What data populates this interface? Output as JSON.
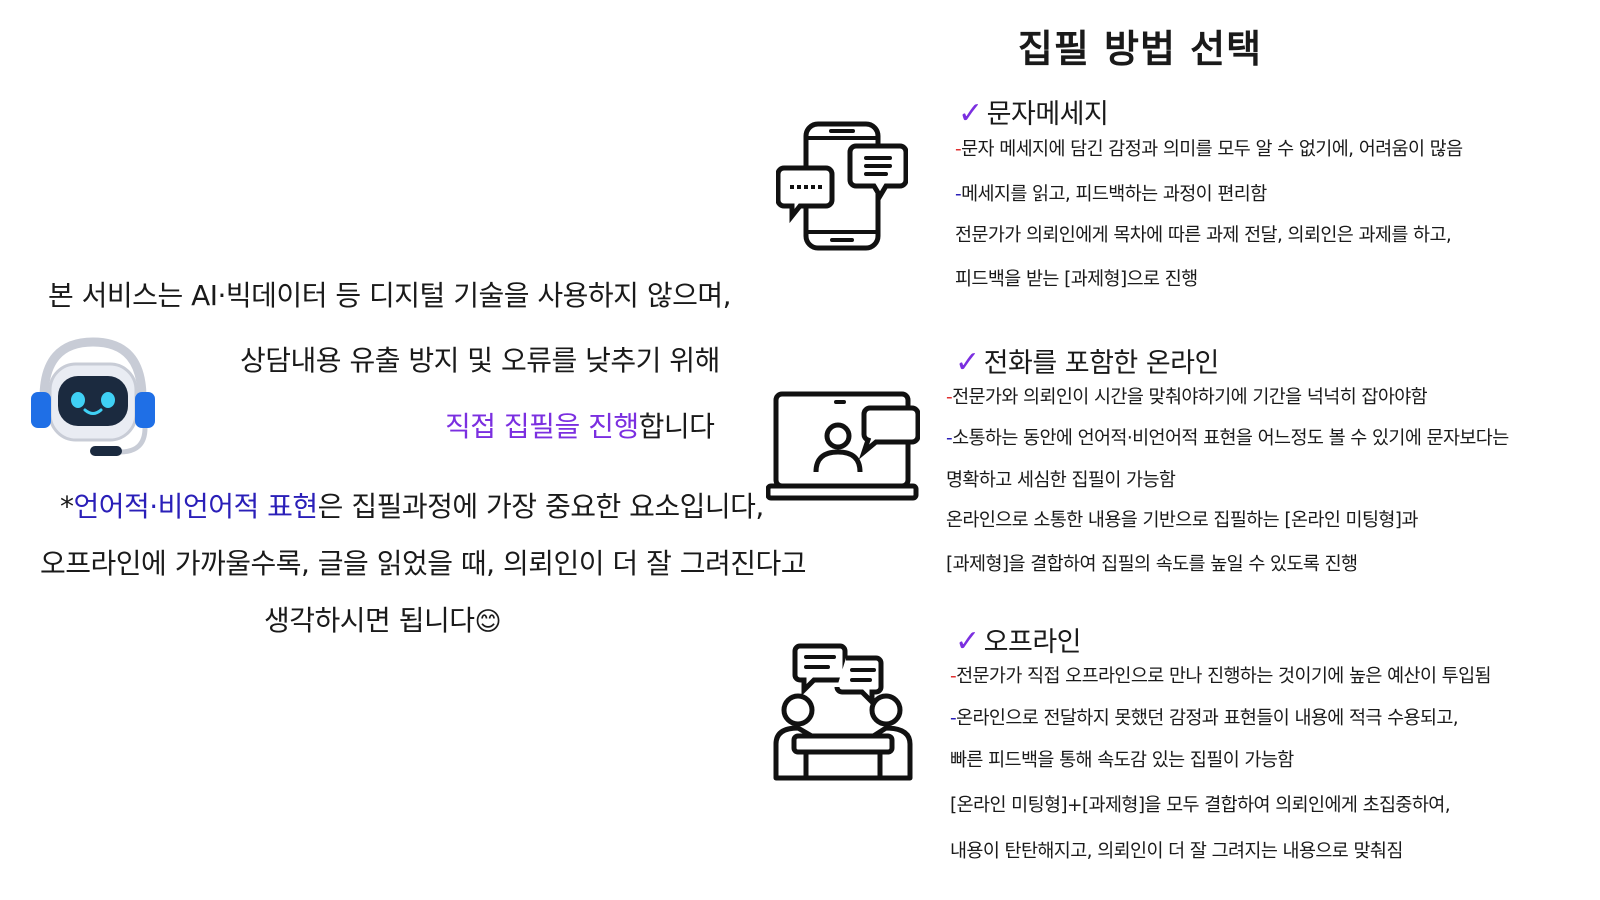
{
  "title": "집필 방법 선택",
  "left": {
    "line1": "본 서비스는 AI·빅데이터 등 디지털 기술을 사용하지 않으며,",
    "line2": "상담내용 유출 방지 및 오류를 낮추기 위해",
    "line3_highlight": "직접 집필을 진행",
    "line3_rest": "합니다",
    "line4_star": "*",
    "line4_highlight": "언어적·비언어적 표현",
    "line4_rest": "은 집필과정에 가장 중요한 요소입니다,",
    "line5": "오프라인에 가까울수록, 글을 읽었을 때, 의뢰인이 더 잘 그려진다고",
    "line6": "생각하시면 됩니다",
    "emoji": "😊"
  },
  "sections": [
    {
      "check": "✓",
      "heading": "문자메세지",
      "lines": [
        {
          "dash": "-",
          "text": "문자 메세지에 담긴 감정과 의미를 모두 알 수 없기에, 어려움이 많음"
        },
        {
          "dash": "-",
          "text": "메세지를 읽고, 피드백하는 과정이 편리함"
        },
        {
          "dash": "",
          "text": "전문가가 의뢰인에게 목차에 따른 과제 전달, 의뢰인은 과제를 하고,"
        },
        {
          "dash": "",
          "text": "피드백을 받는 [과제형]으로 진행"
        }
      ]
    },
    {
      "check": "✓",
      "heading": "전화를 포함한 온라인",
      "lines": [
        {
          "dash": "-",
          "text": "전문가와 의뢰인이 시간을 맞춰야하기에 기간을 넉넉히 잡아야함"
        },
        {
          "dash": "-",
          "text": "소통하는 동안에 언어적·비언어적 표현을 어느정도 볼 수 있기에 문자보다는"
        },
        {
          "dash": "",
          "text": "명확하고 세심한 집필이 가능함"
        },
        {
          "dash": "",
          "text": "온라인으로 소통한 내용을 기반으로 집필하는 [온라인 미팅형]과"
        },
        {
          "dash": "",
          "text": "[과제형]을 결합하여 집필의 속도를 높일 수 있도록 진행"
        }
      ]
    },
    {
      "check": "✓",
      "heading": "오프라인",
      "lines": [
        {
          "dash": "-",
          "text": "전문가가 직접 오프라인으로 만나 진행하는 것이기에 높은 예산이 투입됨"
        },
        {
          "dash": "-",
          "text": "온라인으로 전달하지 못했던 감정과 표현들이 내용에 적극 수용되고,"
        },
        {
          "dash": "",
          "text": "빠른 피드백을 통해 속도감 있는 집필이 가능함"
        },
        {
          "dash": "",
          "text": "[온라인 미팅형]+[과제형]을 모두 결합하여 의뢰인에게 초집중하여,"
        },
        {
          "dash": "",
          "text": "내용이 탄탄해지고, 의뢰인이 더 잘 그려지는 내용으로 맞춰짐"
        }
      ]
    }
  ],
  "icons": {
    "robot": "robot-headset-icon",
    "phone": "phone-chat-icon",
    "laptop": "laptop-video-call-icon",
    "meeting": "meeting-conversation-icon"
  },
  "colors": {
    "accent_purple": "#7b2fe0",
    "accent_navy": "#2a1fb8",
    "dash_red": "#e03030",
    "robot_blue": "#1f6fe6"
  }
}
